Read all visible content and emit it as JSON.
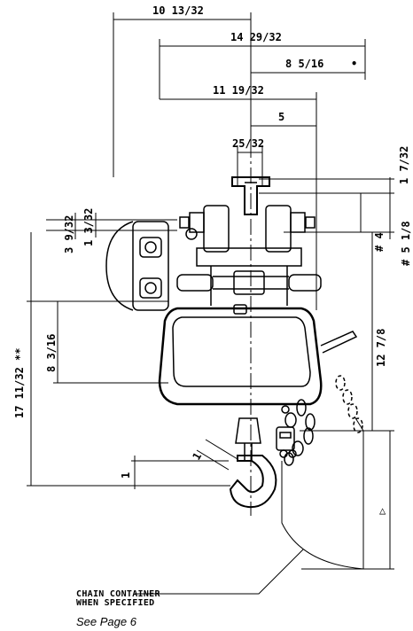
{
  "dimensions": {
    "d_10_13_32": "10 13/32",
    "d_14_29_32": "14 29/32",
    "d_8_5_16": "8 5/16",
    "d_11_19_32": "11 19/32",
    "d_5": "5",
    "d_25_32": "25/32",
    "d_1_7_32": "1 7/32",
    "d_3_9_32": "3 9/32",
    "d_1_3_32": "1 3/32",
    "d_4": "# 4",
    "d_5_1_8": "# 5 1/8",
    "d_8_3_16": "8 3/16",
    "d_17_11_32": "17 11/32 **",
    "d_12_7_8": "12 7/8",
    "d_1_left": "1",
    "d_1_hook": "1"
  },
  "markers": {
    "bullet": "•",
    "triangle": "△"
  },
  "notes": {
    "chain_container_line1": "CHAIN CONTAINER",
    "chain_container_line2": "WHEN SPECIFIED",
    "see_page": "See Page 6"
  }
}
